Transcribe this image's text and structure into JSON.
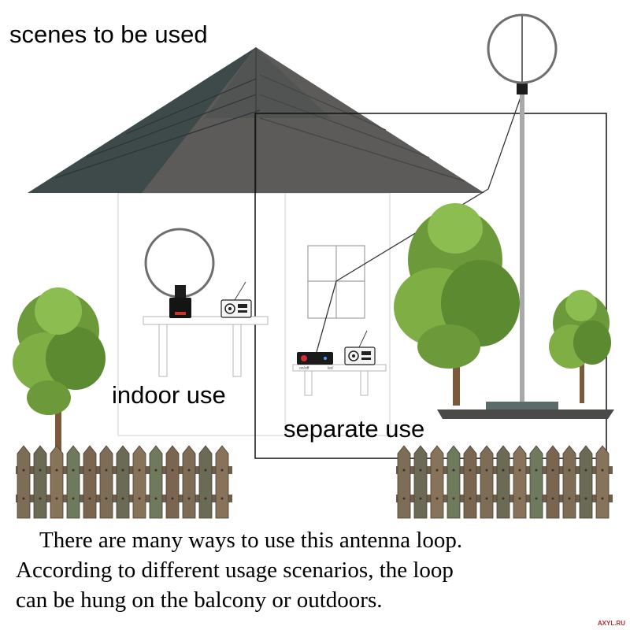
{
  "scene": {
    "title": "scenes to be used",
    "indoor_label": "indoor use",
    "separate_label": "separate use",
    "radio_left_labels": [
      "on/off",
      "led"
    ]
  },
  "caption": {
    "line1": "There are many ways to use this antenna loop.",
    "line2": "According to different usage scenarios, the loop",
    "line3": "can be hung on the balcony or outdoors."
  },
  "watermark": "AXYL.RU",
  "colors": {
    "roof_dark": "#3f4b4b",
    "roof_mid": "#5f5f5c",
    "tree_green": "#6f9a3c",
    "fence_wood": "#7a6a55",
    "loop_gray": "#6d6d6d"
  }
}
